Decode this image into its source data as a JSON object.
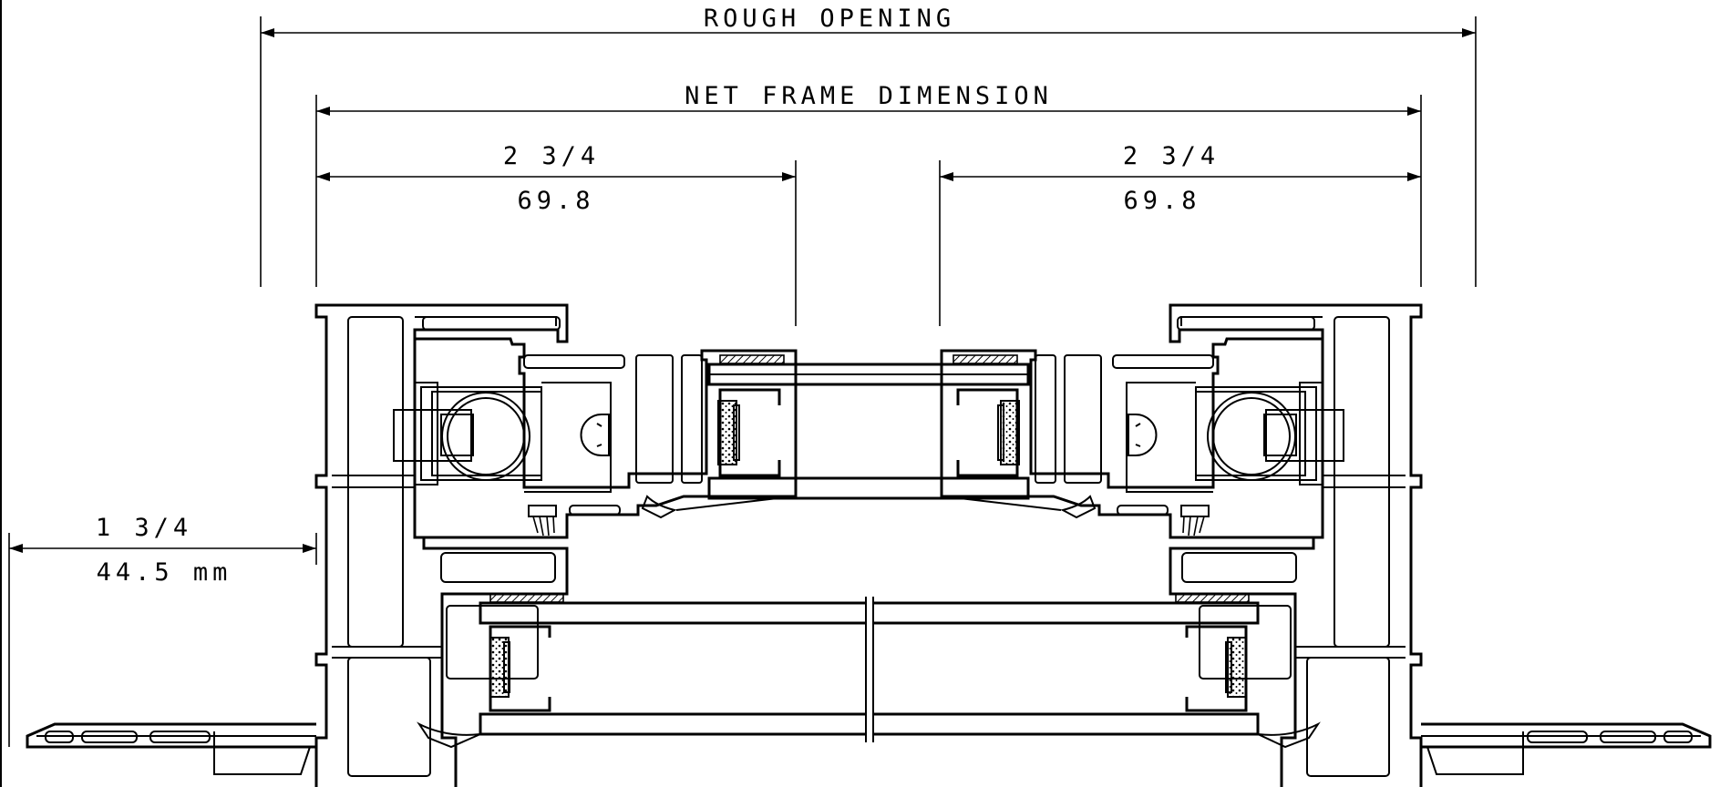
{
  "dimensions": {
    "rough_opening": "ROUGH OPENING",
    "net_frame": "NET FRAME DIMENSION",
    "left_sash": {
      "imperial": "2 3/4",
      "metric": "69.8"
    },
    "right_sash": {
      "imperial": "2 3/4",
      "metric": "69.8"
    },
    "nail_fin": {
      "imperial": "1 3/4",
      "metric": "44.5 mm"
    }
  }
}
